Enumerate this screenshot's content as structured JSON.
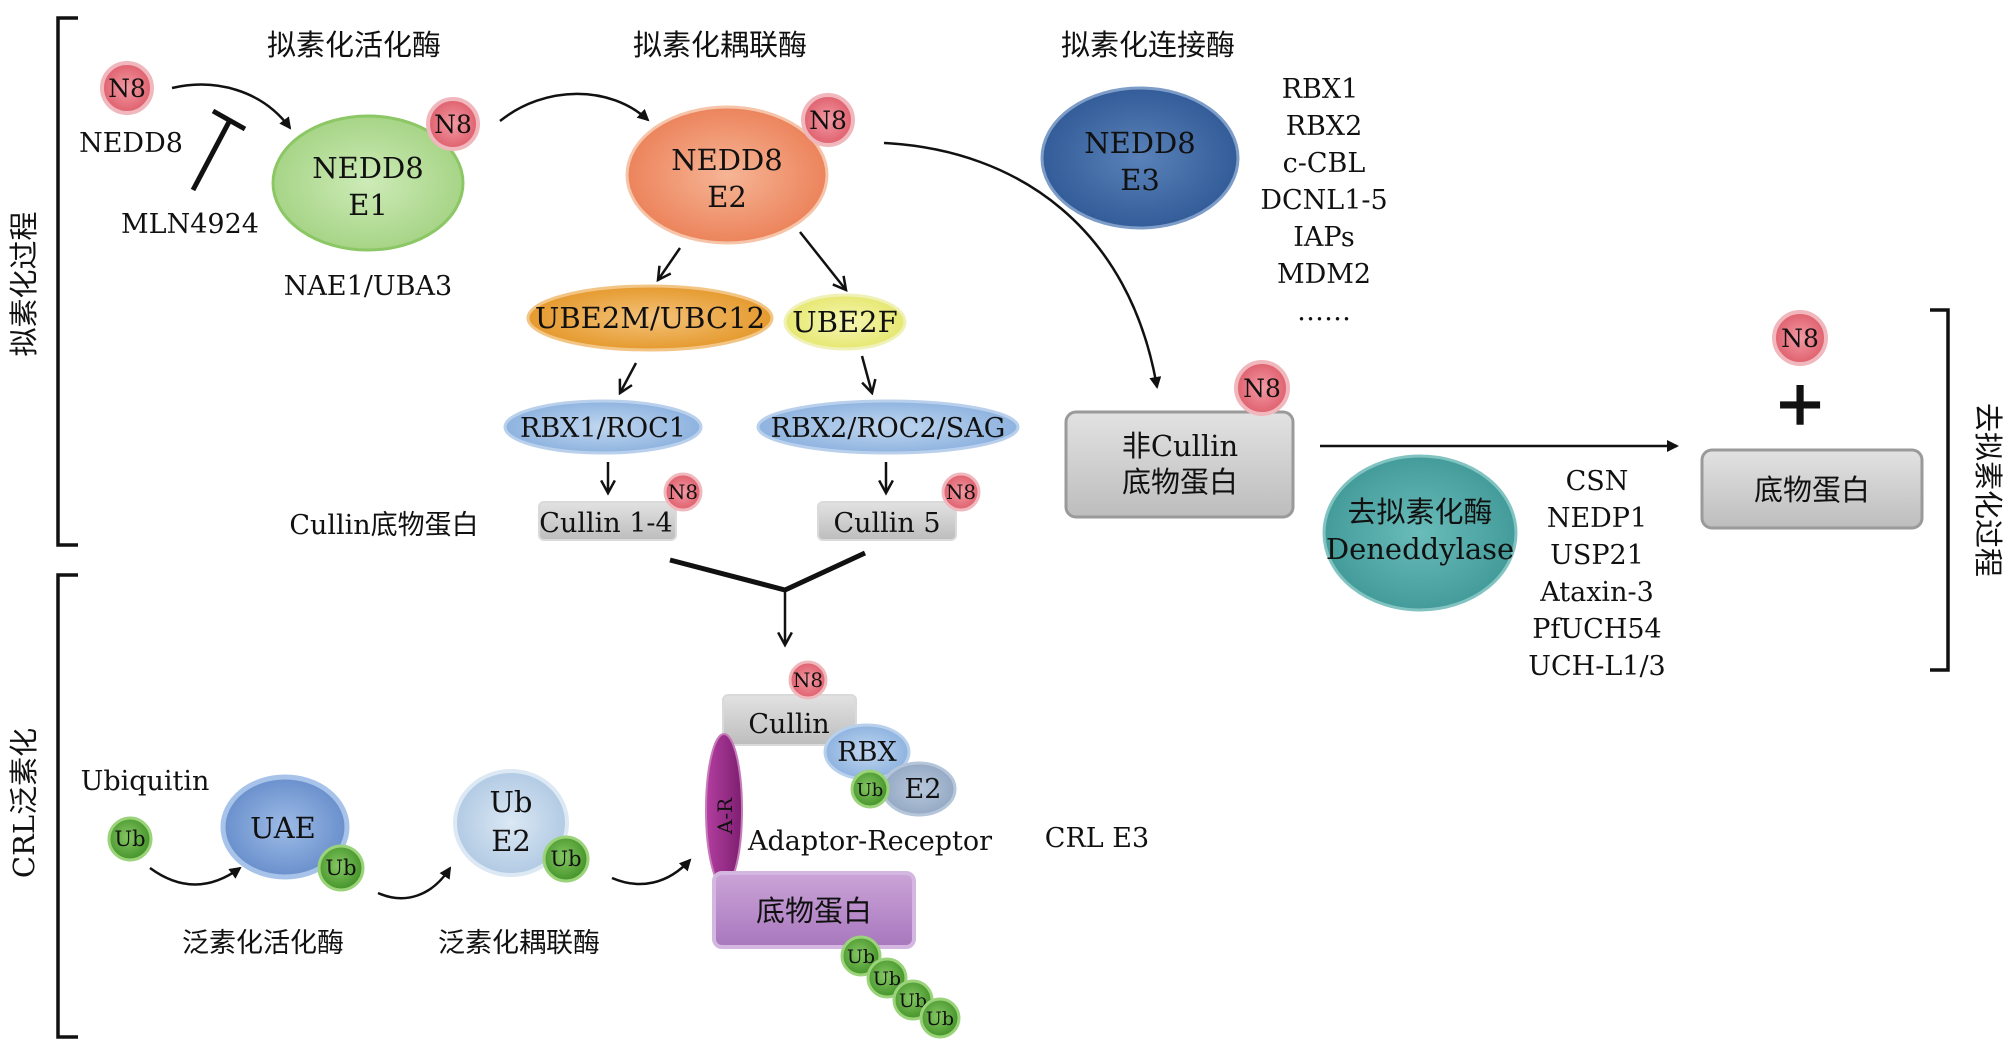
{
  "labels": {
    "activating_enzyme": "拟素化活化酶",
    "conjugating_enzyme": "拟素化耦联酶",
    "ligase": "拟素化连接酶",
    "neddylation_process": "拟素化过程",
    "crl_ubiquitination": "CRL泛素化",
    "deneddylation_process": "去拟素化过程",
    "nedd8": "NEDD8",
    "mln4924": "MLN4924",
    "nae1_uba3": "NAE1/UBA3",
    "cullin_substrate": "Cullin底物蛋白",
    "ubiquitin": "Ubiquitin",
    "ub_activating": "泛素化活化酶",
    "ub_conjugating": "泛素化耦联酶",
    "adaptor_receptor": "Adaptor-Receptor",
    "crl_e3": "CRL E3"
  },
  "nodes": {
    "n8": "N8",
    "e1_line1": "NEDD8",
    "e1_line2": "E1",
    "e2_line1": "NEDD8",
    "e2_line2": "E2",
    "e3_line1": "NEDD8",
    "e3_line2": "E3",
    "ube2m": "UBE2M/UBC12",
    "ube2f": "UBE2F",
    "rbx1_roc1": "RBX1/ROC1",
    "rbx2_roc2_sag": "RBX2/ROC2/SAG",
    "cullin_1_4": "Cullin 1-4",
    "cullin_5": "Cullin 5",
    "non_cullin_line1": "非Cullin",
    "non_cullin_line2": "底物蛋白",
    "deneddylase_line1": "去拟素化酶",
    "deneddylase_line2": "Deneddylase",
    "substrate": "底物蛋白",
    "plus": "+",
    "cullin": "Cullin",
    "rbx": "RBX",
    "e2": "E2",
    "a_r": "A-R",
    "crl_substrate": "底物蛋白",
    "ub": "Ub",
    "uae": "UAE",
    "ub_e2_line1": "Ub",
    "ub_e2_line2": "E2"
  },
  "e3_list": [
    "RBX1",
    "RBX2",
    "c-CBL",
    "DCNL1-5",
    "IAPs",
    "MDM2",
    "……"
  ],
  "deneddylase_list": [
    "CSN",
    "NEDP1",
    "USP21",
    "Ataxin-3",
    "PfUCH54",
    "UCH-L1/3"
  ],
  "colors": {
    "e1": "#b9dea0",
    "e2": "#f2a07c",
    "e3": "#3d6aa3",
    "ube2m": "#eea94d",
    "ube2f": "#eef088",
    "rbx": "#9dc0e6",
    "grey_box": "#cfcfcf",
    "n8": "#e8737f",
    "deneddylase": "#4ea7a5",
    "ub": "#5faa3c",
    "uae": "#7a9fd6",
    "ub_e2": "#c0d6ea",
    "purple": "#b88ac9",
    "a_r": "#9b2b8a"
  }
}
